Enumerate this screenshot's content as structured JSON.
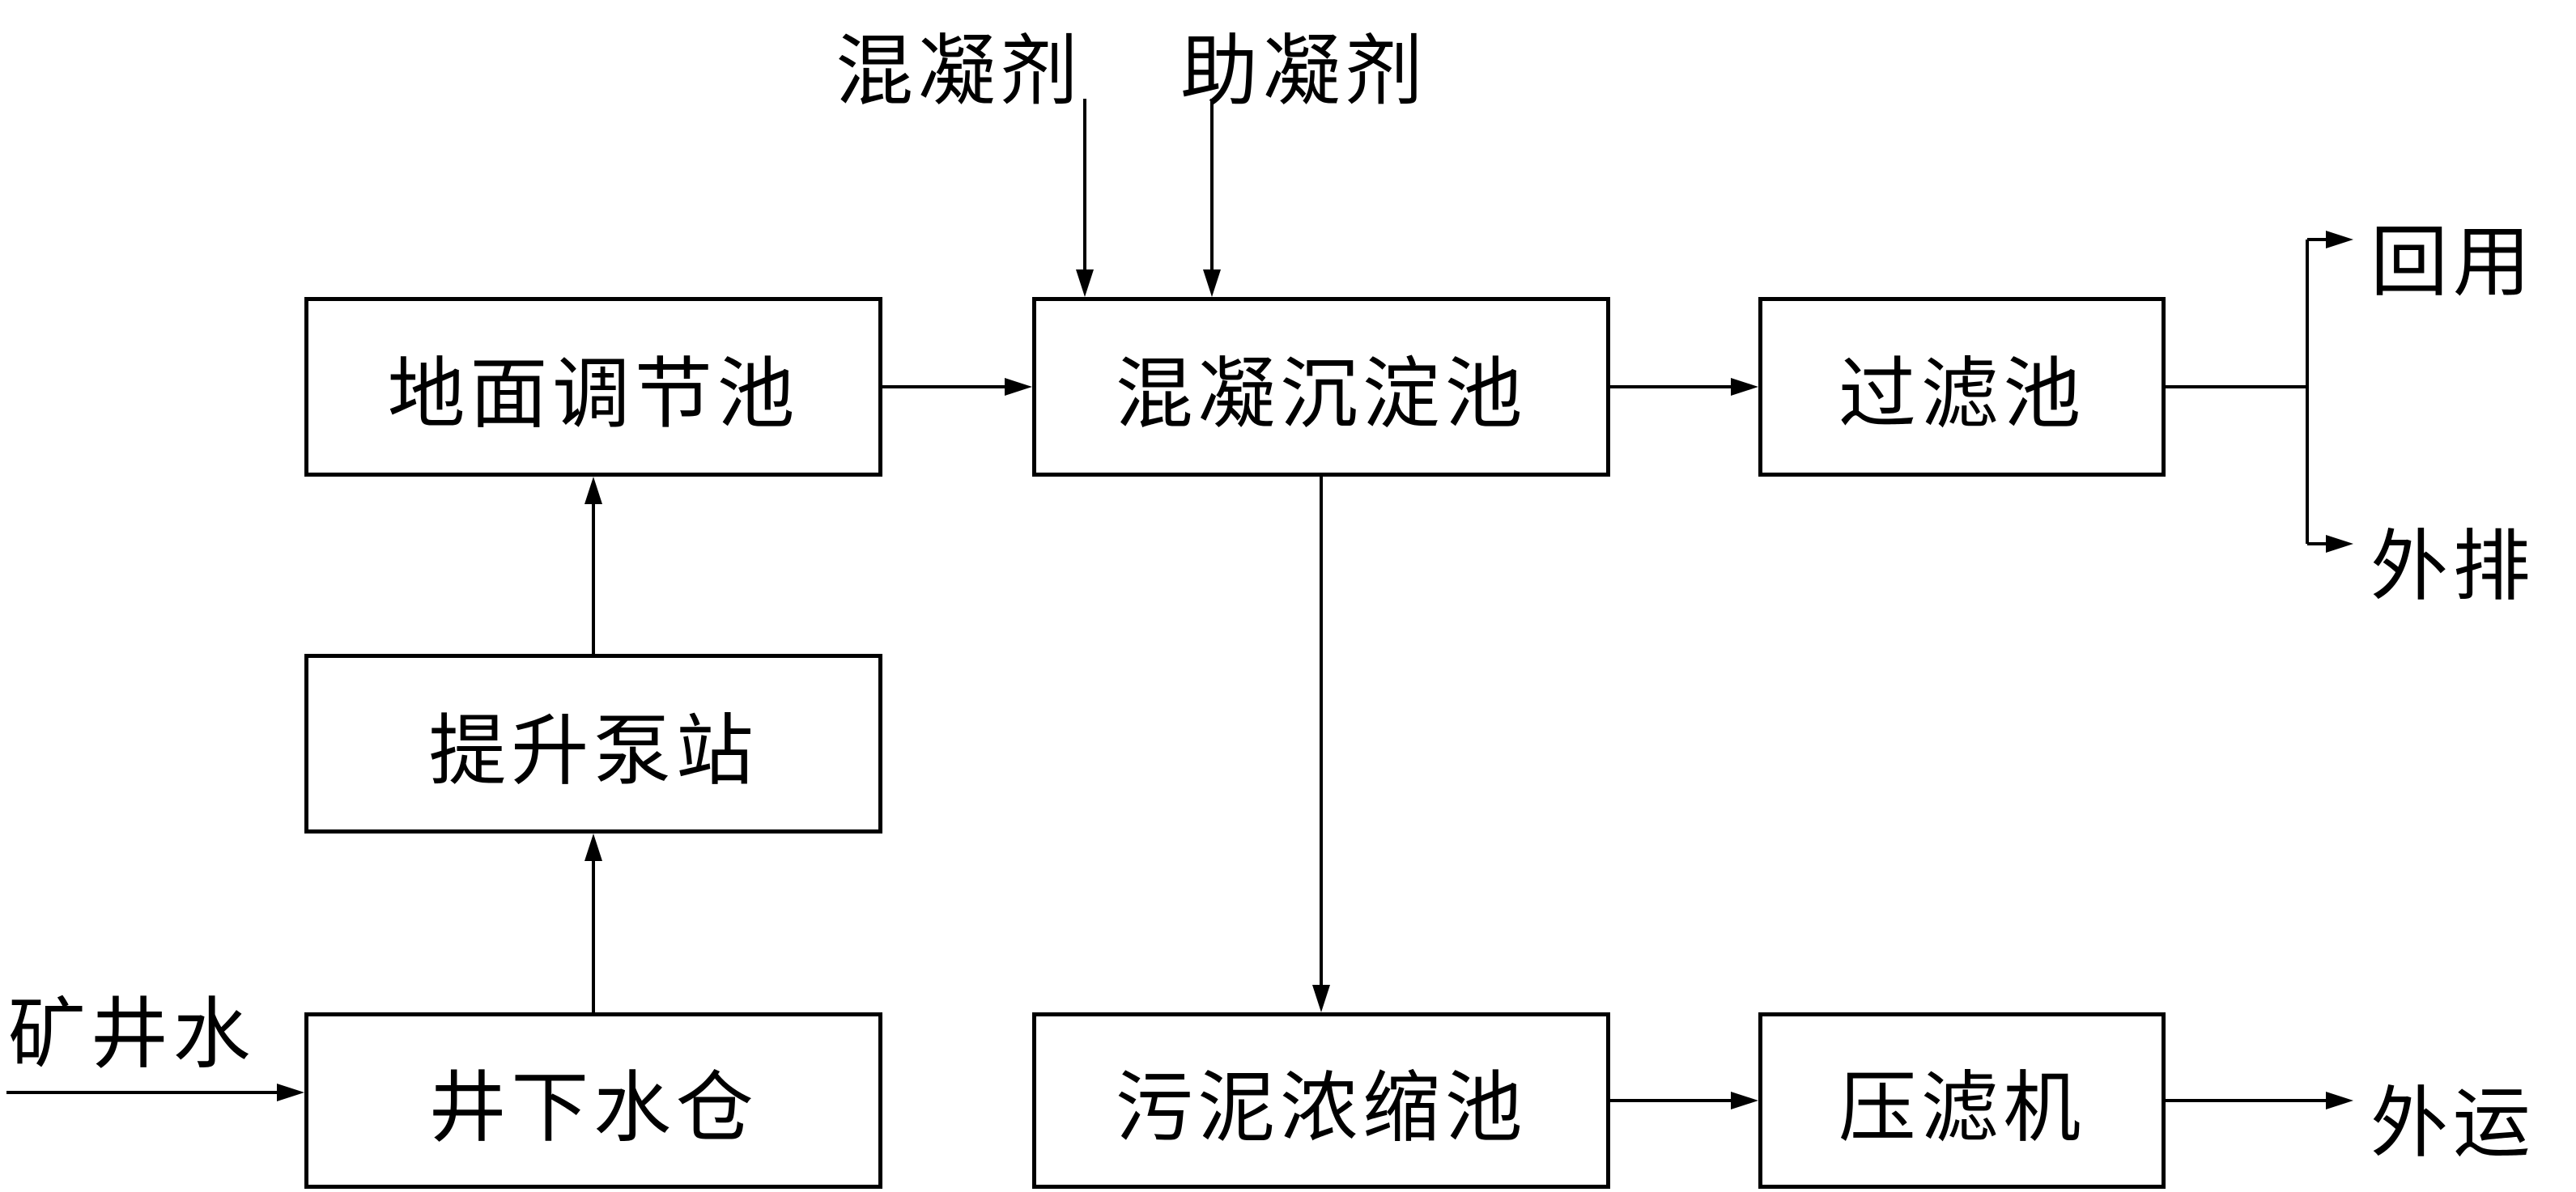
{
  "diagram": {
    "type": "process-flow-diagram",
    "colors": {
      "line": "#000000",
      "background": "#ffffff",
      "text": "#000000"
    },
    "nodes": {
      "surface_regulating_tank": "地面调节池",
      "coagulation_sedimentation_tank": "混凝沉淀池",
      "filter_tank": "过滤池",
      "lift_pump_station": "提升泵站",
      "underground_water_sump": "井下水仓",
      "sludge_thickening_tank": "污泥浓缩池",
      "filter_press": "压滤机"
    },
    "inputs": {
      "coagulant": "混凝剂",
      "coagulant_aid": "助凝剂",
      "mine_water": "矿井水"
    },
    "outputs": {
      "reuse": "回用",
      "external_discharge": "外排",
      "transport_out": "外运"
    },
    "edges": [
      {
        "from": "矿井水",
        "to": "井下水仓"
      },
      {
        "from": "井下水仓",
        "to": "提升泵站"
      },
      {
        "from": "提升泵站",
        "to": "地面调节池"
      },
      {
        "from": "地面调节池",
        "to": "混凝沉淀池"
      },
      {
        "from": "混凝剂",
        "to": "混凝沉淀池"
      },
      {
        "from": "助凝剂",
        "to": "混凝沉淀池"
      },
      {
        "from": "混凝沉淀池",
        "to": "过滤池"
      },
      {
        "from": "过滤池",
        "to": "回用"
      },
      {
        "from": "过滤池",
        "to": "外排"
      },
      {
        "from": "混凝沉淀池",
        "to": "污泥浓缩池"
      },
      {
        "from": "污泥浓缩池",
        "to": "压滤机"
      },
      {
        "from": "压滤机",
        "to": "外运"
      }
    ]
  }
}
